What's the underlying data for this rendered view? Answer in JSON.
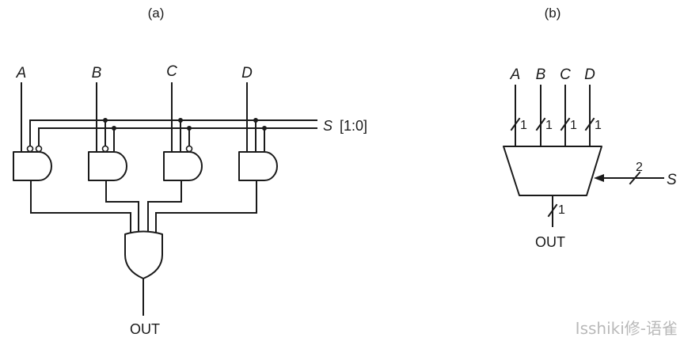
{
  "panel_a": {
    "caption": "(a)",
    "inputs": [
      "A",
      "B",
      "C",
      "D"
    ],
    "select_label": "S",
    "select_range": "[1:0]",
    "output_label": "OUT"
  },
  "panel_b": {
    "caption": "(b)",
    "inputs": [
      "A",
      "B",
      "C",
      "D"
    ],
    "input_bus_widths": [
      "1",
      "1",
      "1",
      "1"
    ],
    "select_label": "S",
    "select_bus_width": "2",
    "output_label": "OUT",
    "output_bus_width": "1"
  },
  "watermark": "Isshiki修-语雀",
  "colors": {
    "ink": "#1a1a1a",
    "watermark": "#b9b9b9"
  }
}
